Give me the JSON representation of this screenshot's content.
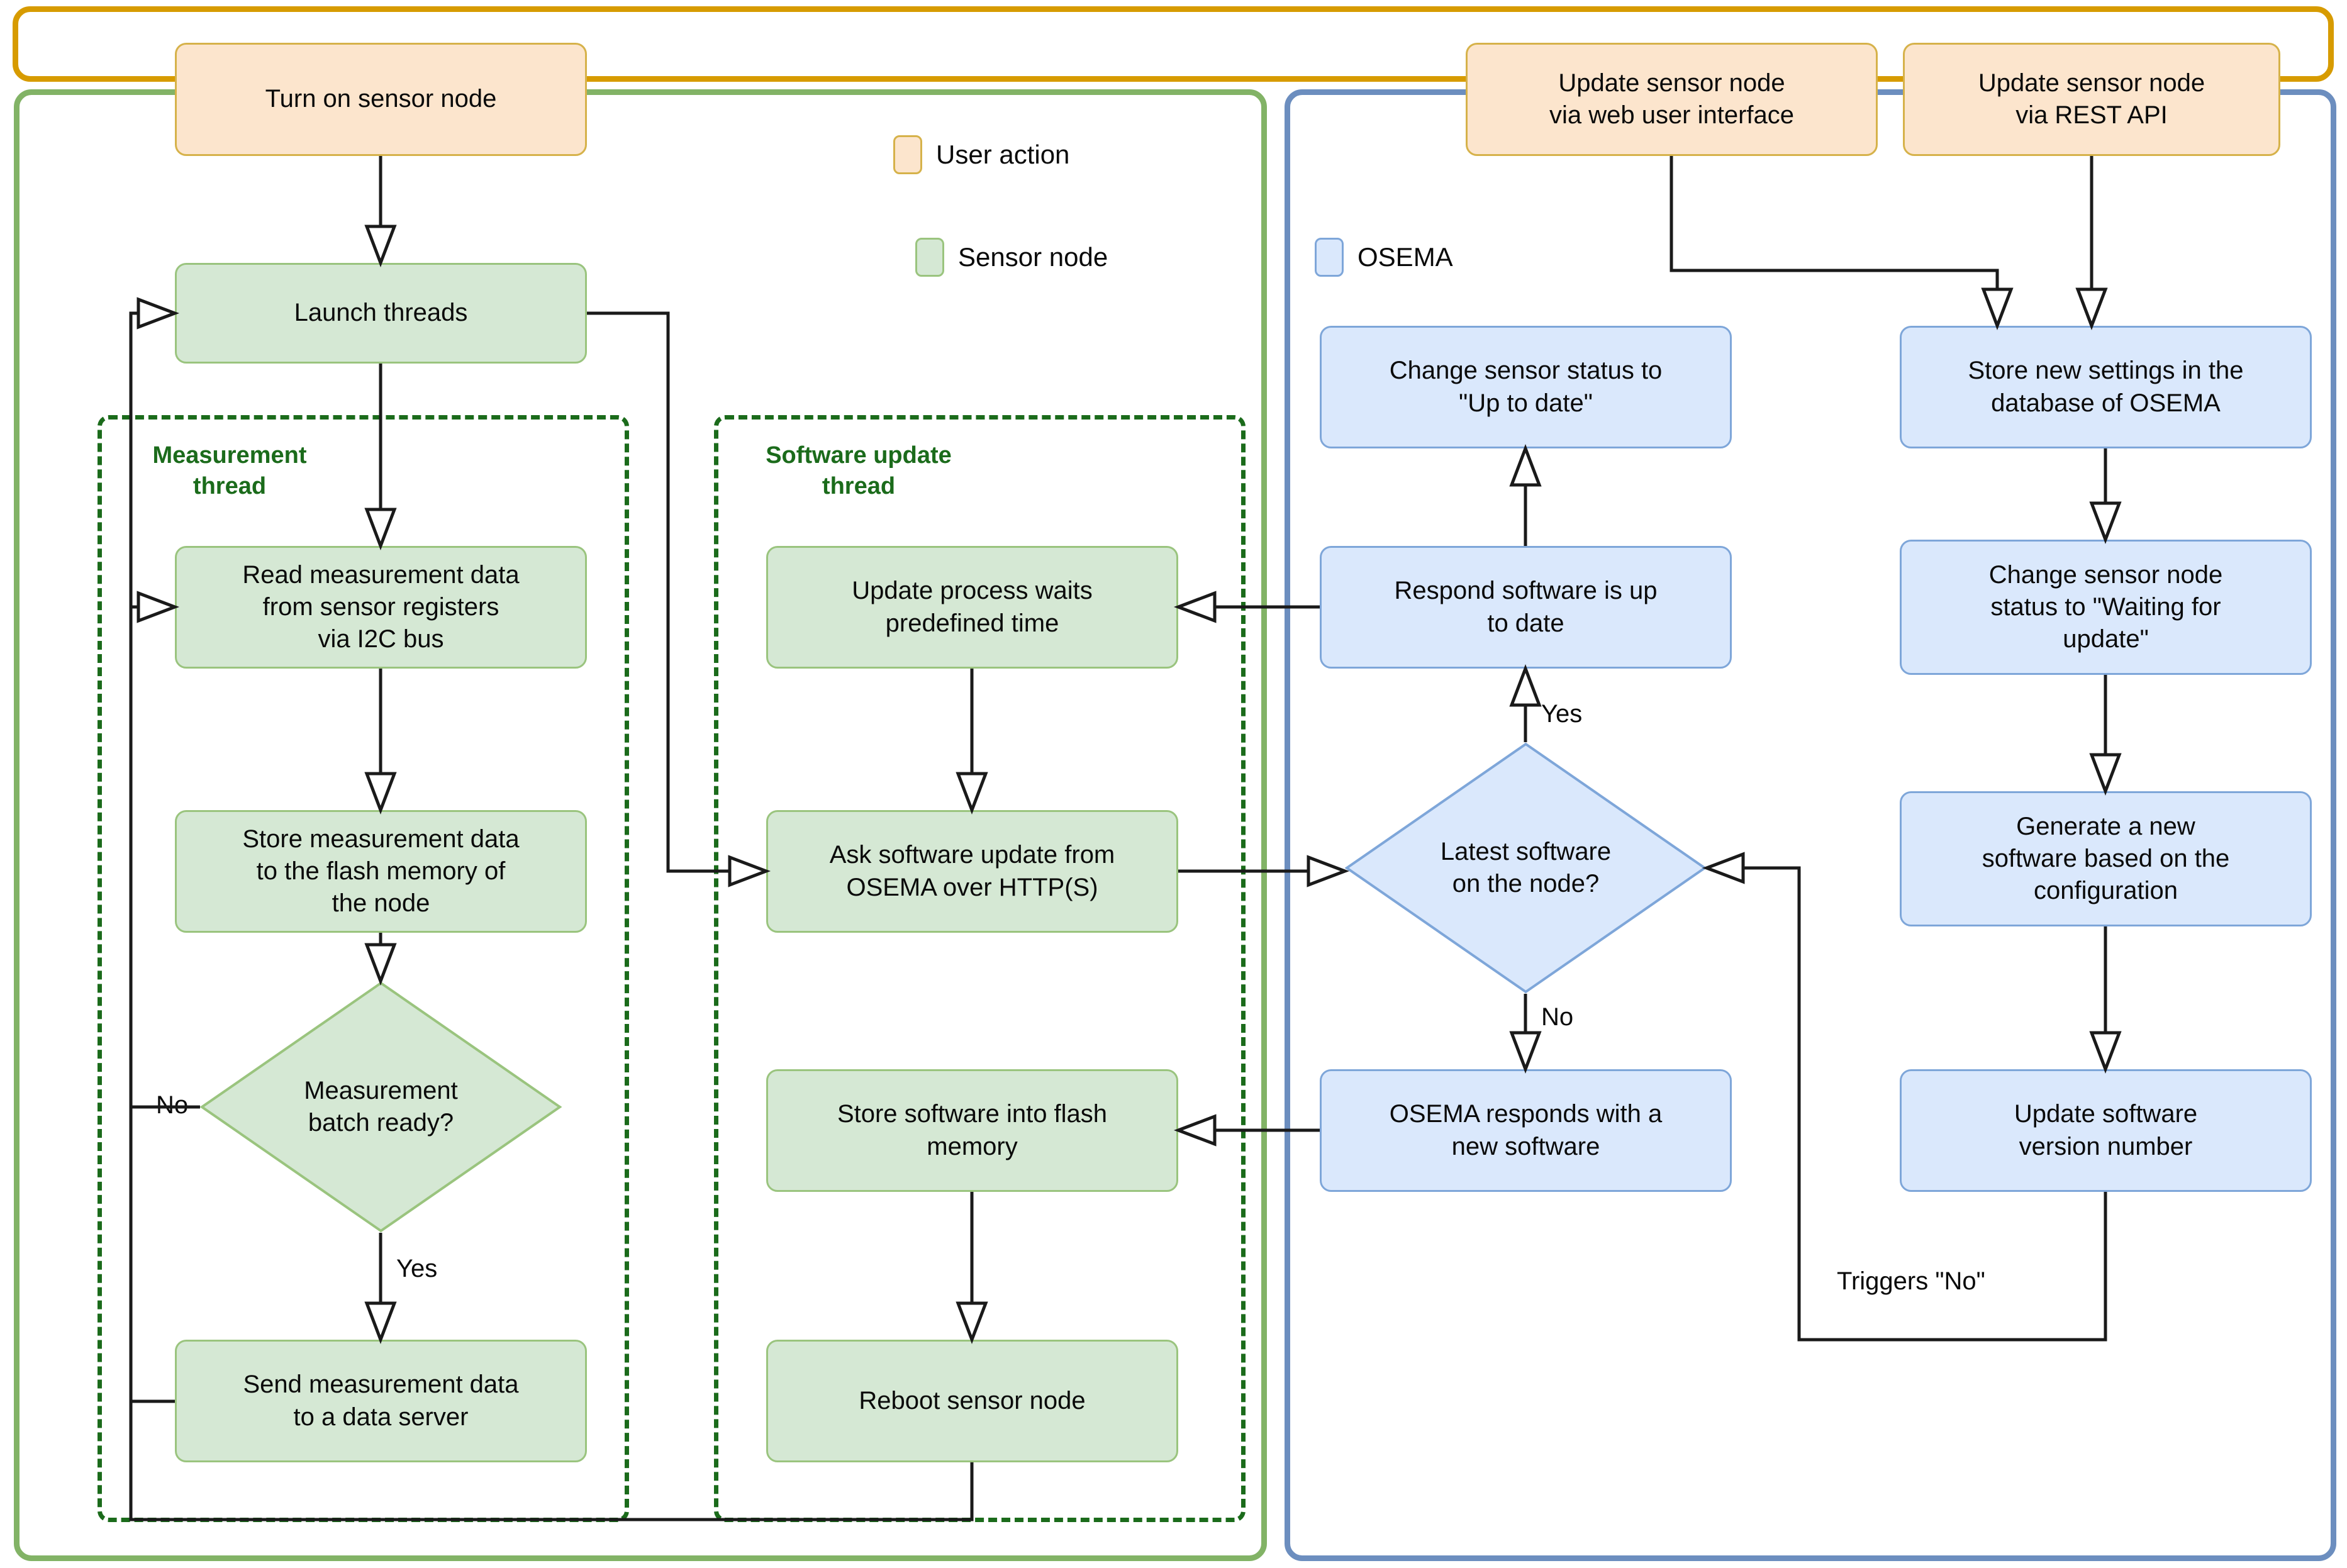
{
  "legend": {
    "user_action": "User action",
    "sensor_node": "Sensor node",
    "osema": "OSEMA"
  },
  "lanes": {
    "user_action": "User action",
    "sensor_node": "Sensor node",
    "osema": "OSEMA"
  },
  "threads": {
    "measurement": "Measurement\nthread",
    "measurement_l1": "Measurement",
    "measurement_l2": "thread",
    "software_update_l1": "Software update",
    "software_update_l2": "thread"
  },
  "nodes": {
    "turn_on": "Turn on sensor node",
    "update_via_web": "Update sensor node\nvia web user interface",
    "update_via_rest": "Update sensor node\nvia REST API",
    "launch_threads": "Launch threads",
    "read_measurement": "Read measurement data\nfrom sensor registers\nvia I2C bus",
    "store_measurement": "Store measurement data\nto the flash memory of\nthe node",
    "batch_ready": "Measurement\nbatch ready?",
    "send_measurement": "Send measurement data\nto a data server",
    "update_waits": "Update process waits\npredefined time",
    "ask_update": "Ask software update from\nOSEMA over HTTP(S)",
    "store_software": "Store software into flash\nmemory",
    "reboot": "Reboot sensor node",
    "change_status_uptodate": "Change sensor status to\n\"Up to date\"",
    "respond_uptodate": "Respond software is up\nto date",
    "latest_software": "Latest software\non the node?",
    "osema_responds": "OSEMA responds with a\nnew software",
    "store_settings": "Store new settings in the\ndatabase of OSEMA",
    "change_status_waiting": "Change sensor node\nstatus to \"Waiting for\nupdate\"",
    "generate_software": "Generate a new\nsoftware based on the\nconfiguration",
    "update_version": "Update software\nversion number"
  },
  "edge_labels": {
    "batch_no": "No",
    "batch_yes": "Yes",
    "latest_yes": "Yes",
    "latest_no": "No",
    "triggers_no": "Triggers \"No\""
  },
  "colors": {
    "user_action_border": "#d79b00",
    "user_action_fill": "#fce5cd",
    "sensor_border": "#82b366",
    "sensor_fill": "#d5e8d4",
    "osema_border": "#6c8ebf",
    "osema_fill": "#dae8fc",
    "thread_border": "#1b6b1b",
    "edge": "#1a1a1a"
  }
}
